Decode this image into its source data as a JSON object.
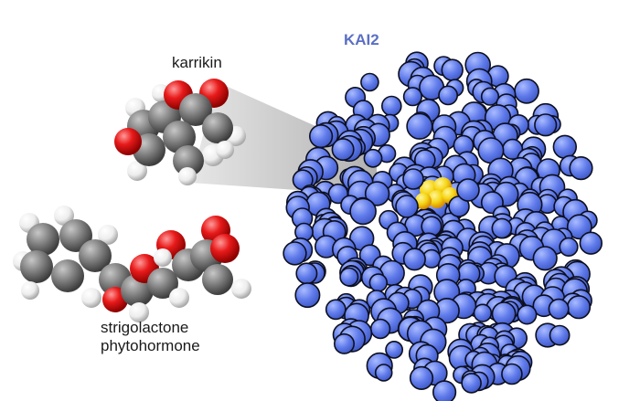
{
  "labels": {
    "karrikin": "karrikin",
    "strigolactone_line1": "strigolactone",
    "strigolactone_line2": "phytohormone",
    "protein": "KAI2"
  },
  "colors": {
    "protein_fill": "#5d78e6",
    "protein_outline": "#0d0f1e",
    "protein_label": "#5b6fc4",
    "binding_site": "#f2d21a",
    "carbon": "#6f6f6f",
    "oxygen": "#e01818",
    "hydrogen": "#f4f4f4",
    "zoom_cone": "#c9c9c9"
  }
}
